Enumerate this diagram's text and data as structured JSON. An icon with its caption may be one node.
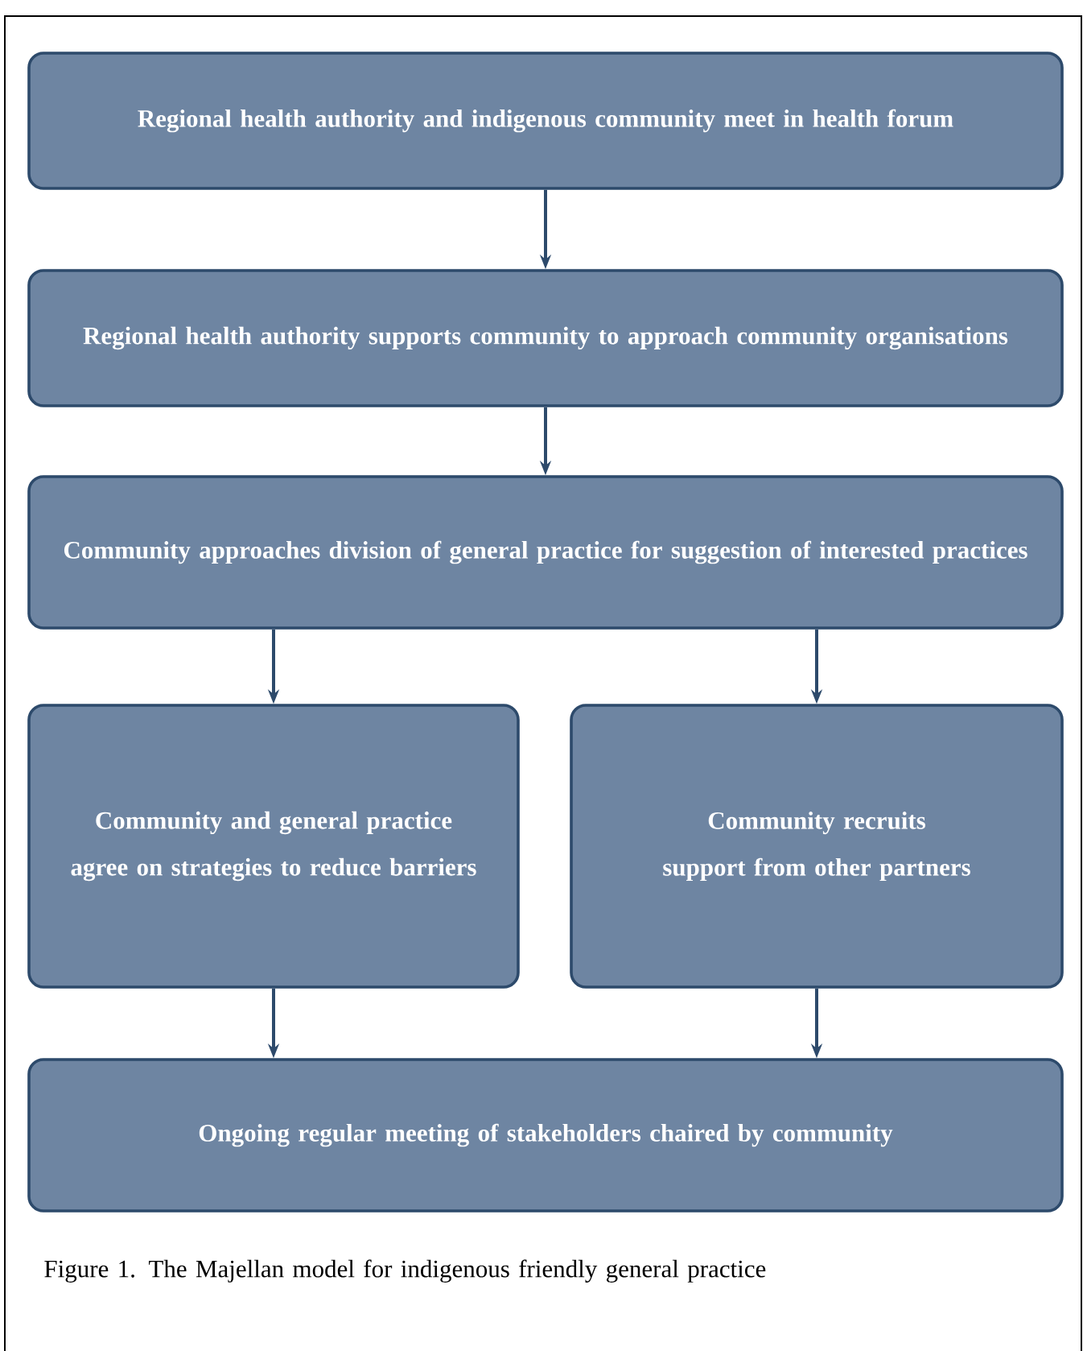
{
  "diagram": {
    "caption": "Figure 1. The Majellan model for indigenous friendly general practice",
    "nodes": [
      {
        "text": [
          "Regional health authority and indigenous community meet in health forum"
        ]
      },
      {
        "text": [
          "Regional health authority supports community to approach community organisations"
        ]
      },
      {
        "text": [
          "Community approaches division of general practice for suggestion of interested practices"
        ]
      },
      {
        "text": [
          "Community and general practice agree on strategies to reduce barriers"
        ]
      },
      {
        "text": [
          "Community recruits support from other partners"
        ]
      },
      {
        "text": [
          "Ongoing regular meeting of stakeholders chaired by community"
        ]
      }
    ],
    "edges": [
      {
        "from": 0,
        "to": 1,
        "arrow": "to"
      },
      {
        "from": 1,
        "to": 2,
        "arrow": "to"
      },
      {
        "from": 2,
        "to": 3,
        "arrow": "to"
      },
      {
        "from": 2,
        "to": 4,
        "arrow": "to"
      },
      {
        "from": 3,
        "to": 5,
        "arrow": "to"
      },
      {
        "from": 4,
        "to": 5,
        "arrow": "to"
      }
    ]
  }
}
